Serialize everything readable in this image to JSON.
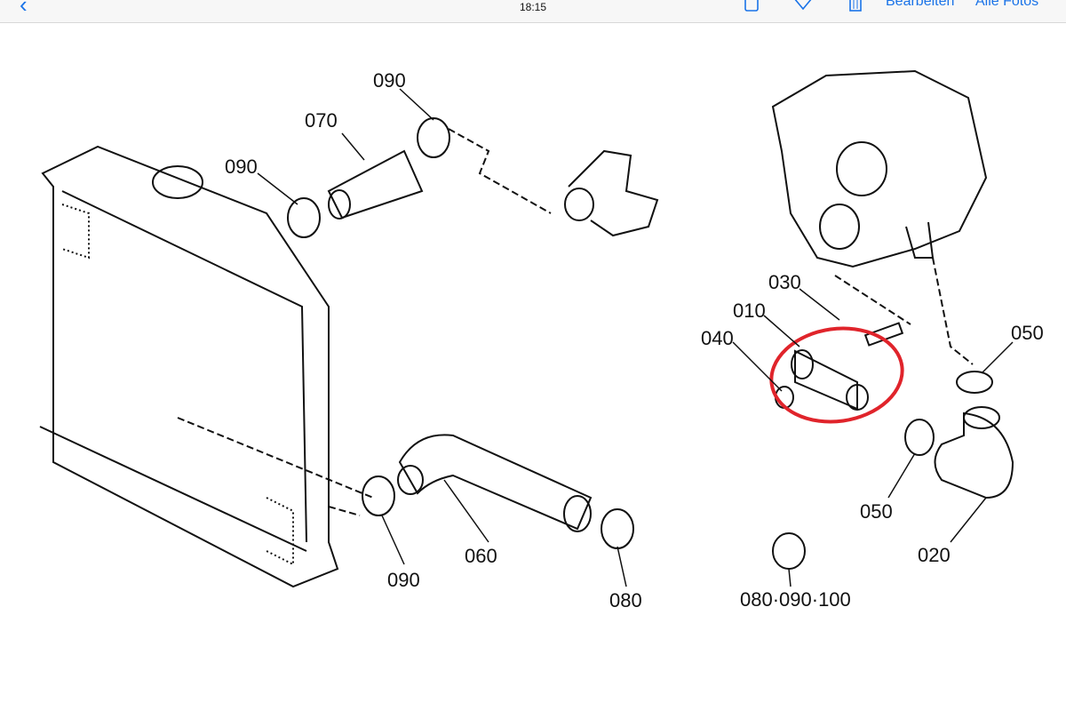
{
  "status_bar": {
    "time": "18:15"
  },
  "toolbar": {
    "back_icon": "chevron-left-icon",
    "share_icon": "share-icon",
    "favorite_icon": "heart-icon",
    "delete_icon": "trash-icon",
    "edit_label": "Bearbeiten",
    "all_photos_label": "Alle Fotos",
    "accent_color": "#1a73e8"
  },
  "diagram": {
    "labels": [
      "090",
      "070",
      "090",
      "030",
      "010",
      "040",
      "050",
      "050",
      "020",
      "090",
      "060",
      "080",
      "080·090·100"
    ],
    "highlight_color": "#e0242b"
  }
}
